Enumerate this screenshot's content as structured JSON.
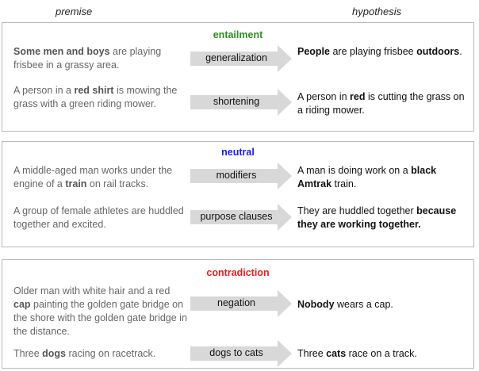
{
  "columns": {
    "premise": "premise",
    "hypothesis": "hypothesis"
  },
  "colors": {
    "entailment": "#2e8b24",
    "neutral": "#1a1aff",
    "contradiction": "#e02020",
    "arrow_fill": "#d8d8d8",
    "border": "#b9b9b9"
  },
  "panels": [
    {
      "label": "entailment",
      "rows": [
        {
          "premise": [
            {
              "t": "Some men and boys",
              "b": true
            },
            {
              "t": " are playing frisbee in a grassy area.",
              "b": false
            }
          ],
          "transform": "generalization",
          "hypothesis": [
            {
              "t": "People",
              "b": true
            },
            {
              "t": " are playing frisbee ",
              "b": false
            },
            {
              "t": "outdoors",
              "b": true
            },
            {
              "t": ".",
              "b": false
            }
          ]
        },
        {
          "premise": [
            {
              "t": "A person in a ",
              "b": false
            },
            {
              "t": "red shirt",
              "b": true
            },
            {
              "t": " is mowing the grass with a green riding mower.",
              "b": false
            }
          ],
          "transform": "shortening",
          "hypothesis": [
            {
              "t": "A person in ",
              "b": false
            },
            {
              "t": "red",
              "b": true
            },
            {
              "t": " is cutting the grass on a riding mower.",
              "b": false
            }
          ]
        }
      ]
    },
    {
      "label": "neutral",
      "rows": [
        {
          "premise": [
            {
              "t": "A middle-aged man works under the engine of a ",
              "b": false
            },
            {
              "t": "train",
              "b": true
            },
            {
              "t": " on rail tracks.",
              "b": false
            }
          ],
          "transform": "modifiers",
          "hypothesis": [
            {
              "t": "A man is doing work on a ",
              "b": false
            },
            {
              "t": "black Amtrak",
              "b": true
            },
            {
              "t": " train.",
              "b": false
            }
          ]
        },
        {
          "premise": [
            {
              "t": "A group of female athletes are huddled together and excited.",
              "b": false
            }
          ],
          "transform": "purpose clauses",
          "hypothesis": [
            {
              "t": "They are huddled together ",
              "b": false
            },
            {
              "t": "because they are working together.",
              "b": true
            }
          ]
        }
      ]
    },
    {
      "label": "contradiction",
      "rows": [
        {
          "premise": [
            {
              "t": "Older man with white hair and a red ",
              "b": false
            },
            {
              "t": "cap",
              "b": true
            },
            {
              "t": " painting the golden gate bridge on the shore with the golden gate bridge in the distance.",
              "b": false
            }
          ],
          "transform": "negation",
          "hypothesis": [
            {
              "t": "Nobody",
              "b": true
            },
            {
              "t": " wears a cap.",
              "b": false
            }
          ]
        },
        {
          "premise": [
            {
              "t": "Three ",
              "b": false
            },
            {
              "t": "dogs",
              "b": true
            },
            {
              "t": " racing on racetrack.",
              "b": false
            }
          ],
          "transform": "dogs to cats",
          "hypothesis": [
            {
              "t": "Three ",
              "b": false
            },
            {
              "t": "cats",
              "b": true
            },
            {
              "t": " race on a track.",
              "b": false
            }
          ]
        }
      ]
    }
  ]
}
